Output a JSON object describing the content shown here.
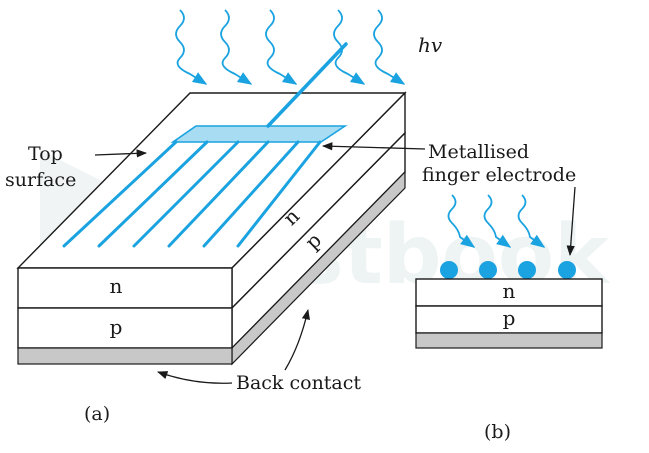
{
  "watermark": "testbook",
  "photon_label": "hv",
  "labels": {
    "top_surface_line1": "Top",
    "top_surface_line2": "surface",
    "electrode_line1": "Metallised",
    "electrode_line2": "finger electrode",
    "back_contact": "Back contact"
  },
  "panel_a": {
    "caption": "(a)",
    "front_n": "n",
    "front_p": "p",
    "side_n": "n",
    "side_p": "p"
  },
  "panel_b": {
    "caption": "(b)",
    "layer_n": "n",
    "layer_p": "p"
  },
  "colors": {
    "electrode": "#1aa3e0",
    "electrode_fill": "#a8dcf3",
    "back_contact": "#c8c8c8",
    "outline": "#1a1a1a"
  }
}
